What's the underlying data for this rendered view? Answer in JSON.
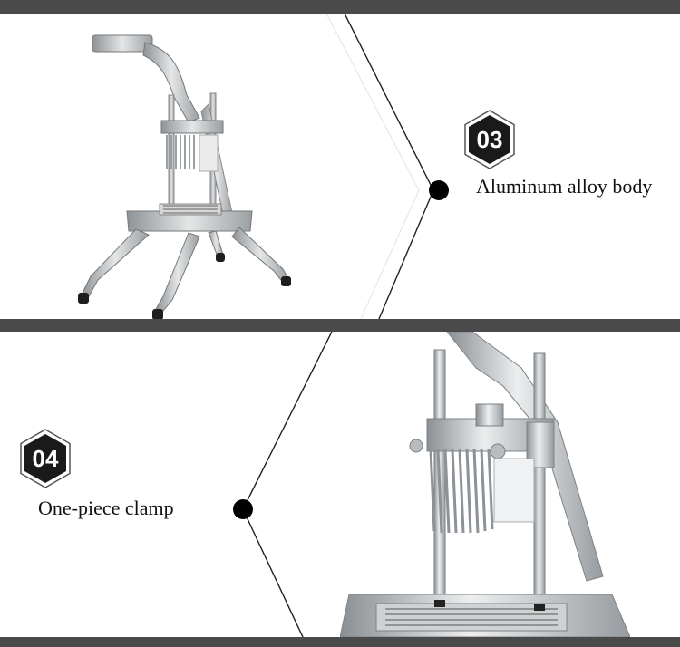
{
  "features": [
    {
      "number": "03",
      "caption": "Aluminum alloy body"
    },
    {
      "number": "04",
      "caption": "One-piece clamp"
    }
  ],
  "colors": {
    "band": "#4a4a4a",
    "badge_fill": "#1a1a1a",
    "badge_border": "#555555",
    "product_metal": "#c9ccce",
    "product_dark": "#7d8286"
  }
}
